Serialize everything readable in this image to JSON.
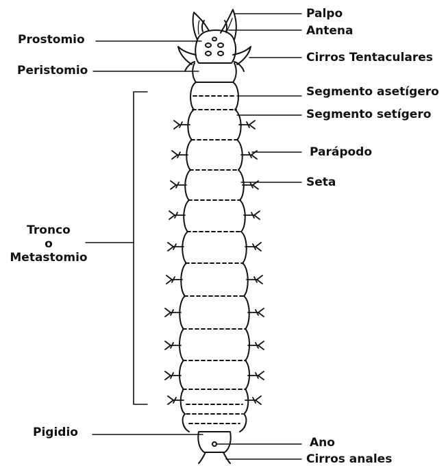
{
  "labels": {
    "palpo": "Palpo",
    "antena": "Antena",
    "cirros_tentaculares": "Cirros Tentaculares",
    "prostomio": "Prostomio",
    "peristomio": "Peristomio",
    "segmento_asetigero": "Segmento asetígero",
    "segmento_setigero": "Segmento setígero",
    "parapodo": "Parápodo",
    "seta": "Seta",
    "tronco_line1": "Tronco",
    "tronco_line2": "o",
    "tronco_line3": "Metastomio",
    "pigidio": "Pigidio",
    "ano": "Ano",
    "cirros_anales": "Cirros anales"
  },
  "colors": {
    "ink": "#111111",
    "background": "#ffffff"
  }
}
